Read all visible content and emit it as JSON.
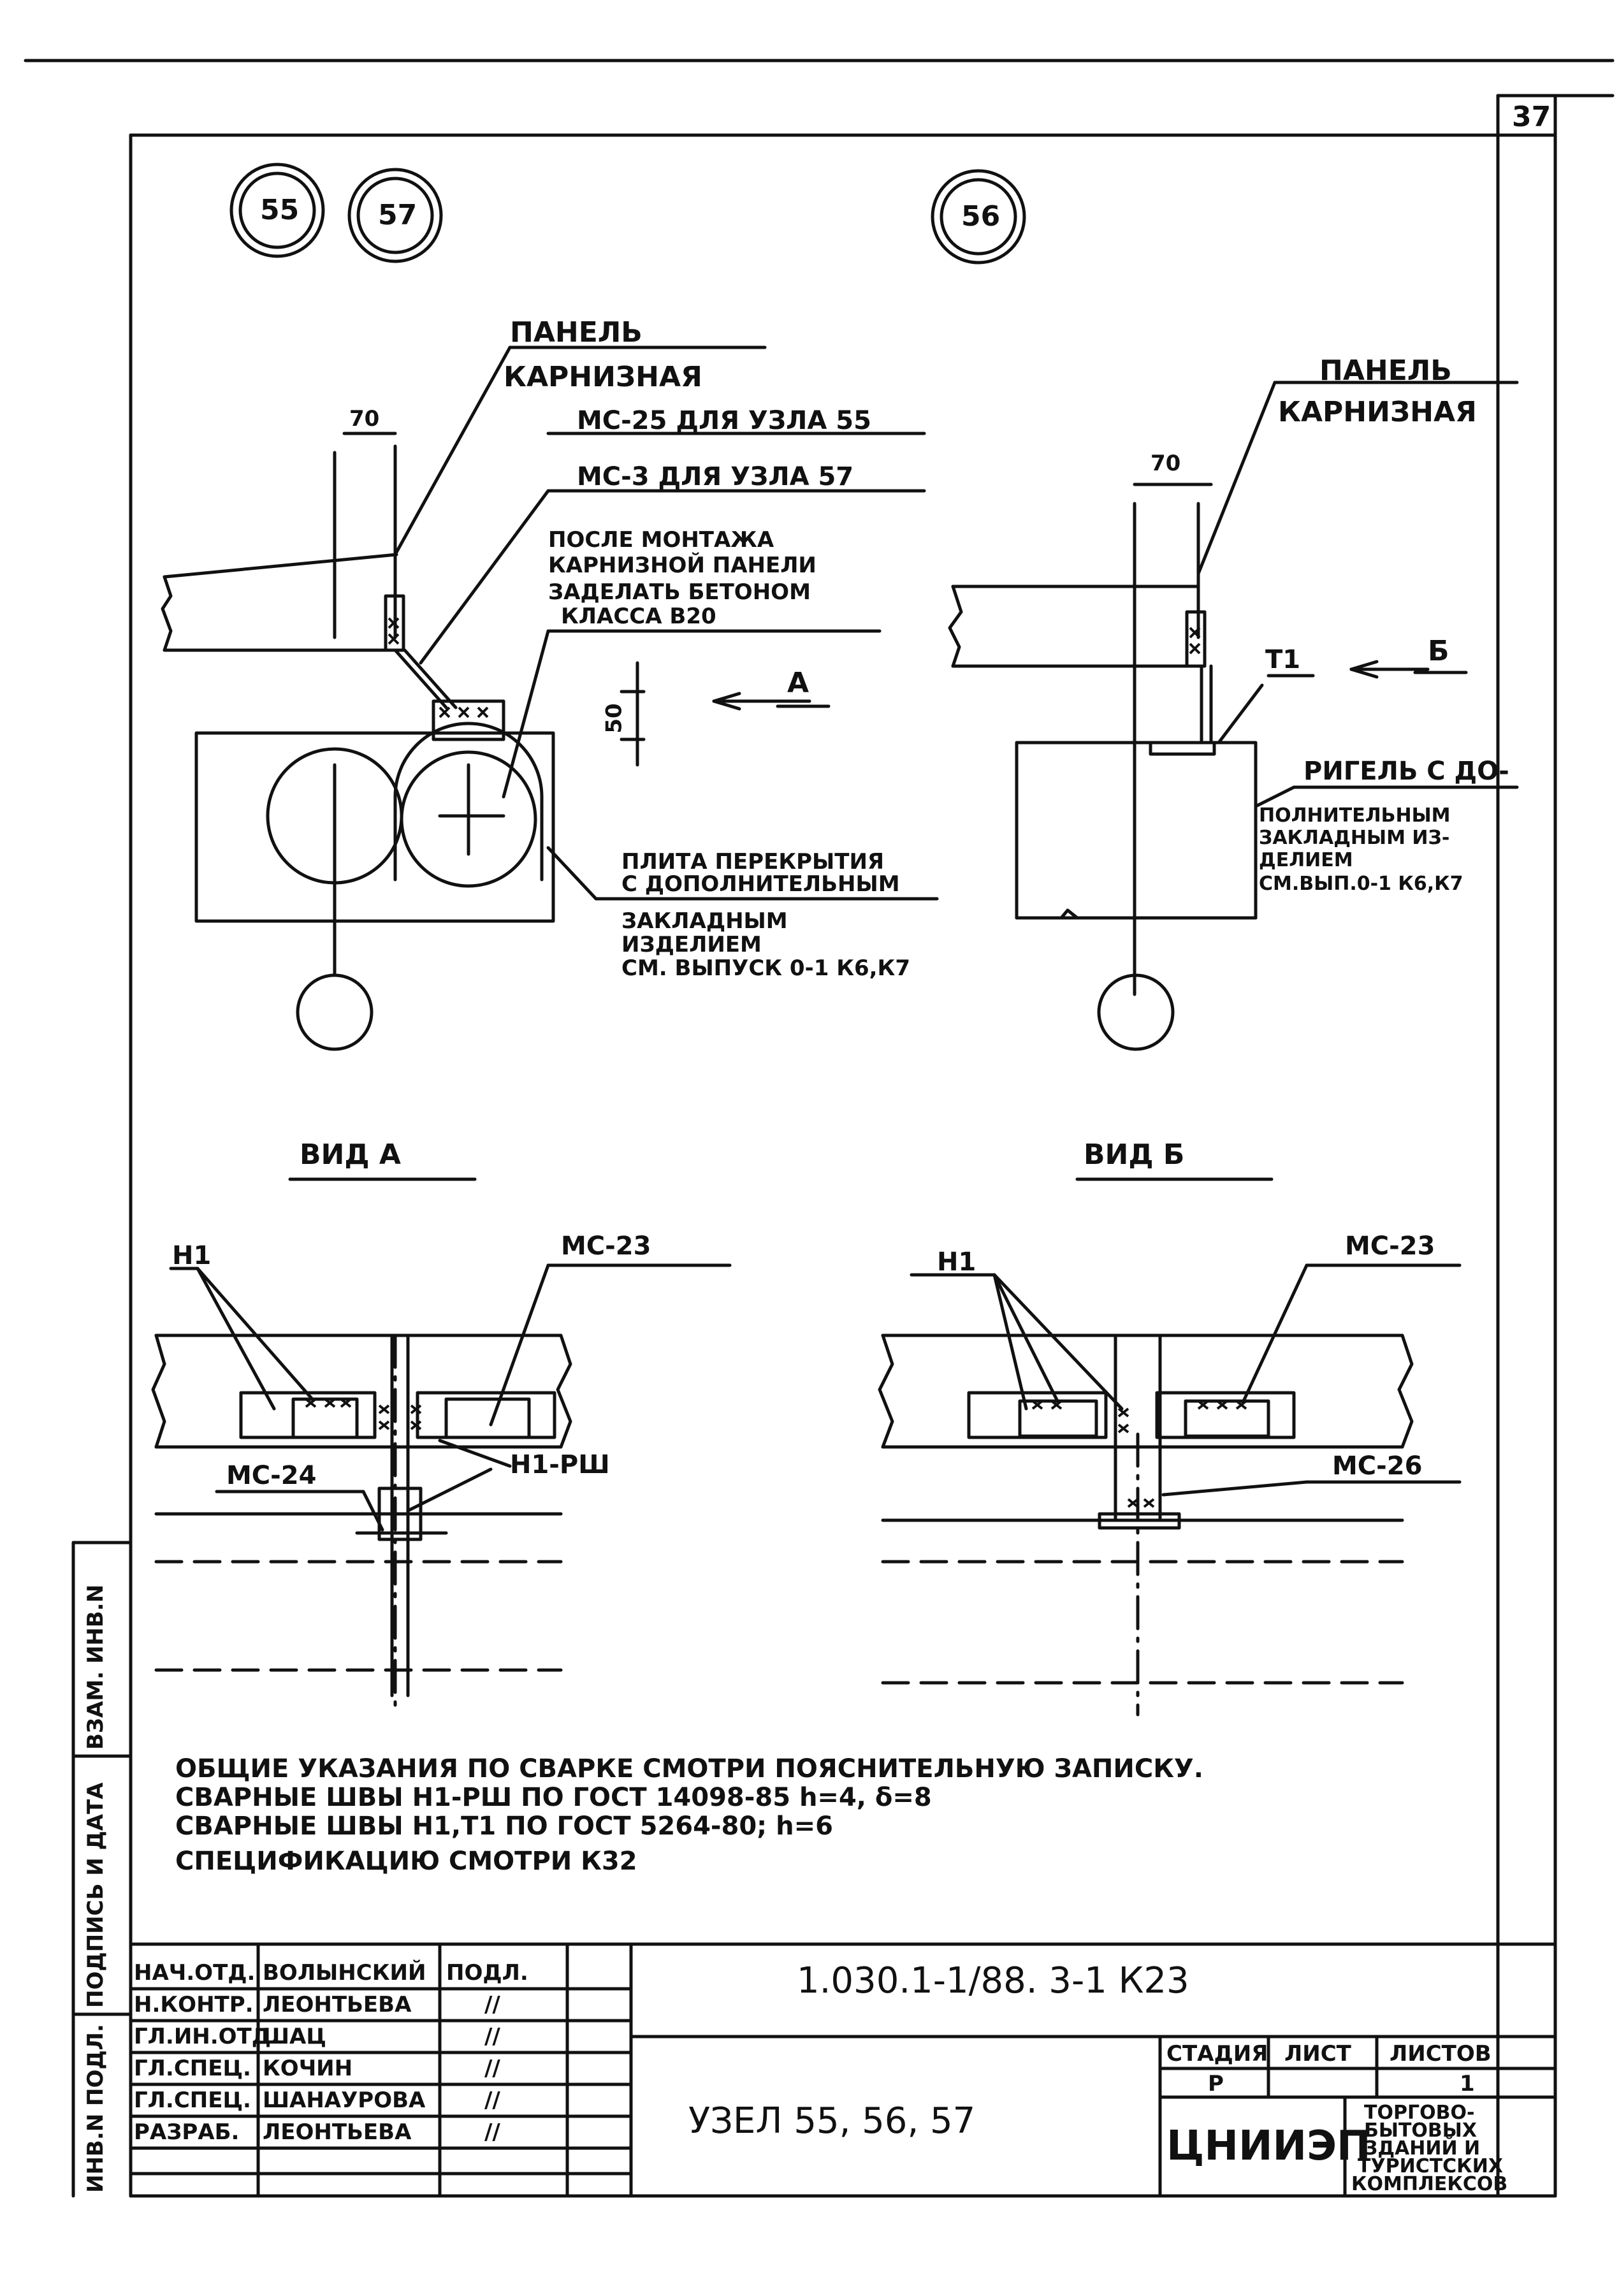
{
  "page": {
    "sheet_number": "37"
  },
  "node_markers": {
    "n55": "55",
    "n57": "57",
    "n56": "56"
  },
  "left_section": {
    "panel_label_1": "ПАНЕЛЬ",
    "panel_label_2": "КАРНИЗНАЯ",
    "dim_70": "70",
    "ms25": "МС-25 ДЛЯ УЗЛА 55",
    "ms3": "МС-3 ДЛЯ УЗЛА 57",
    "after_mount": [
      "ПОСЛЕ МОНТАЖА",
      "КАРНИЗНОЙ ПАНЕЛИ",
      "ЗАДЕЛАТЬ БЕТОНОМ",
      "КЛАССА В20"
    ],
    "dim_50": "50",
    "arrow_a": "А",
    "slab_note": [
      "ПЛИТА ПЕРЕКРЫТИЯ",
      "С ДОПОЛНИТЕЛЬНЫМ",
      "ЗАКЛАДНЫМ",
      "ИЗДЕЛИЕМ",
      "СМ. ВЫПУСК 0-1 К6,К7"
    ]
  },
  "right_section": {
    "panel_label_1": "ПАНЕЛЬ",
    "panel_label_2": "КАРНИЗНАЯ",
    "dim_70": "70",
    "t1": "Т1",
    "arrow_b": "Б",
    "rigel_note": [
      "РИГЕЛЬ С ДО-",
      "ПОЛНИТЕЛЬНЫМ",
      "ЗАКЛАДНЫМ ИЗ-",
      "ДЕЛИЕМ",
      "СМ.ВЫП.0-1 К6,К7"
    ]
  },
  "view_a": {
    "title": "ВИД А",
    "h1": "Н1",
    "ms23": "МС-23",
    "ms24": "МС-24",
    "h1rsh": "Н1-РШ"
  },
  "view_b": {
    "title": "ВИД Б",
    "h1": "Н1",
    "ms23": "МС-23",
    "ms26": "МС-26"
  },
  "notes": [
    "ОБЩИЕ УКАЗАНИЯ ПО СВАРКЕ СМОТРИ ПОЯСНИТЕЛЬНУЮ ЗАПИСКУ.",
    "СВАРНЫЕ ШВЫ Н1-РШ ПО ГОСТ 14098-85   h=4, δ=8",
    "СВАРНЫЕ ШВЫ Н1,Т1 ПО ГОСТ 5264-80;   h=6",
    "СПЕЦИФИКАЦИЮ СМОТРИ   К32"
  ],
  "side_stamp": [
    "ИНВ.N ПОДЛ.",
    "ПОДПИСЬ И ДАТА",
    "ВЗАМ. ИНВ.N"
  ],
  "title_block": {
    "document_code": "1.030.1-1/88. 3-1   К23",
    "title": "УЗЕЛ 55, 56, 57",
    "rows": [
      {
        "role": "НАЧ.ОТД.",
        "name": "ВОЛЫНСКИЙ",
        "sign": "ПОДЛ."
      },
      {
        "role": "Н.КОНТР.",
        "name": "ЛЕОНТЬЕВА",
        "sign": "//"
      },
      {
        "role": "ГЛ.ИН.ОТД.",
        "name": "ШАЦ",
        "sign": "//"
      },
      {
        "role": "ГЛ.СПЕЦ.",
        "name": "КОЧИН",
        "sign": "//"
      },
      {
        "role": "ГЛ.СПЕЦ.",
        "name": "ШАНАУРОВА",
        "sign": "//"
      },
      {
        "role": "РАЗРАБ.",
        "name": "ЛЕОНТЬЕВА",
        "sign": "//"
      }
    ],
    "stage_header": "СТАДИЯ",
    "sheet_header": "ЛИСТ",
    "sheets_header": "ЛИСТОВ",
    "stage": "Р",
    "sheets": "1",
    "org_logo": "ЦНИИЭП",
    "org_text": [
      "ТОРГОВО-",
      "БЫТОВЫХ",
      "ЗДАНИЙ И",
      "ТУРИСТСКИХ",
      "КОМПЛЕКСОВ"
    ]
  }
}
